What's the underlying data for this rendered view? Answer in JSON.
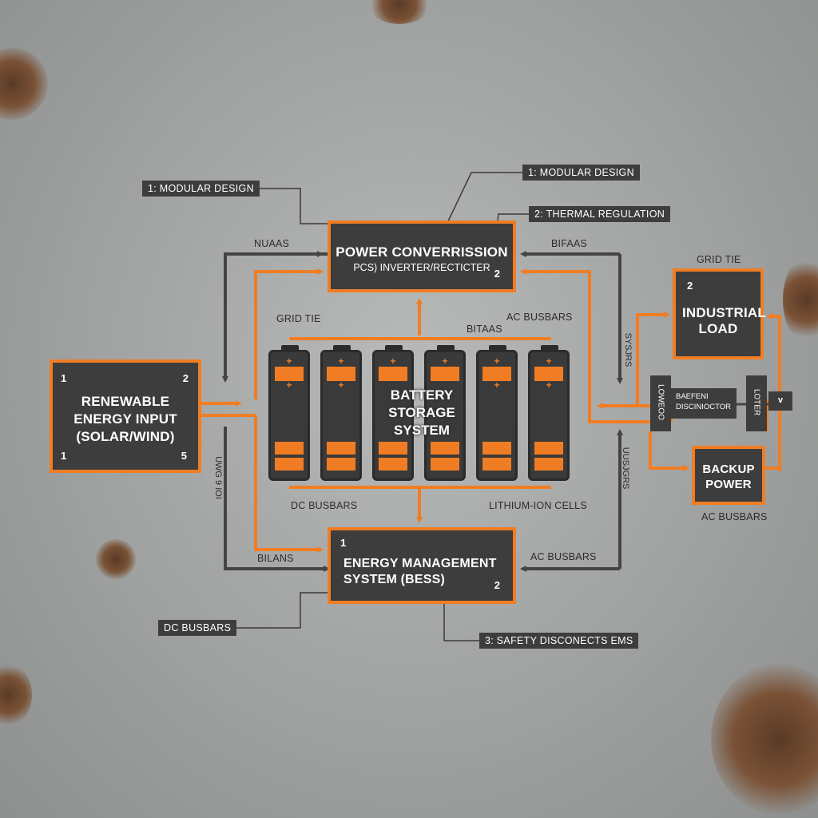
{
  "blocks": {
    "renewable": {
      "title": "RENEWABLE ENERGY INPUT (SOLAR/WIND)",
      "nums": [
        "1",
        "2",
        "1",
        "5"
      ]
    },
    "pcs": {
      "title": "POWER CONVERRISSION",
      "subtitle": "PCS)  INVERTER/RECTICTER",
      "num": "2"
    },
    "battery": {
      "title": "BATTERY STORAGE SYSTEM"
    },
    "ems": {
      "title": "ENERGY MANAGEMENT SYSTEM (BESS)",
      "num_top": "1",
      "num_bottom": "2"
    },
    "industrial": {
      "title": "INDUSTRIAL LOAD",
      "num": "2"
    },
    "backup": {
      "title": "BACKUP POWER"
    }
  },
  "callouts": {
    "modular_left": "1: MODULAR DESIGN",
    "modular_right": "1: MODULAR DESIGN",
    "thermal": "2: THERMAL REGULATION",
    "dc_busbars": "DC BUSBARS",
    "safety": "3: SAFETY DISCONECTS EMS"
  },
  "labels": {
    "nuaas": "NUAAS",
    "bifaas_top": "BIFAAS",
    "grid_tie_left": "GRID TIE",
    "ac_busbars_top": "AC BUSBARS",
    "bitaas": "BITAAS",
    "grid_tie_right": "GRID TIE",
    "dc_busbars_bottom": "DC BUSBARS",
    "lithium_cells": "LITHIUM-ION CELLS",
    "bilans": "BILANS",
    "ac_busbars_ems": "AC BUSBARS",
    "ac_busbars_backup": "AC BUSBARS",
    "vertical_left": "UWG 9 IOI",
    "vertical_right_top": "SYSJRS",
    "vertical_right_bottom": "UUSJGRS",
    "switch_left": "LOWEOO",
    "switch_mid": "BAEFENI DISCINIOCTOR",
    "switch_right": "LOTER",
    "switch_arrow": "v"
  },
  "colors": {
    "accent": "#f07d23",
    "panel": "#3d3d3d",
    "line_dark": "#444444",
    "background": "#a8aaa9"
  },
  "battery_cells": 6
}
